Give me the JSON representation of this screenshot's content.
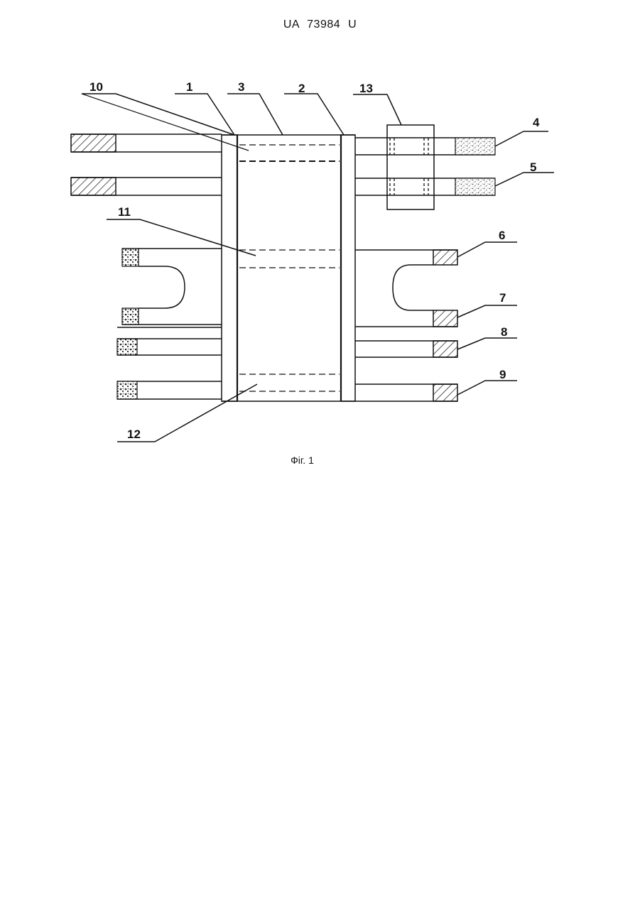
{
  "header": {
    "doc_number": "UA   73984   U"
  },
  "figure": {
    "caption": "Фіг. 1",
    "labels": {
      "l1": "1",
      "l2": "2",
      "l3": "3",
      "l4": "4",
      "l5": "5",
      "l6": "6",
      "l7": "7",
      "l8": "8",
      "l9": "9",
      "l10": "10",
      "l11": "11",
      "l12": "12",
      "l13": "13"
    }
  }
}
